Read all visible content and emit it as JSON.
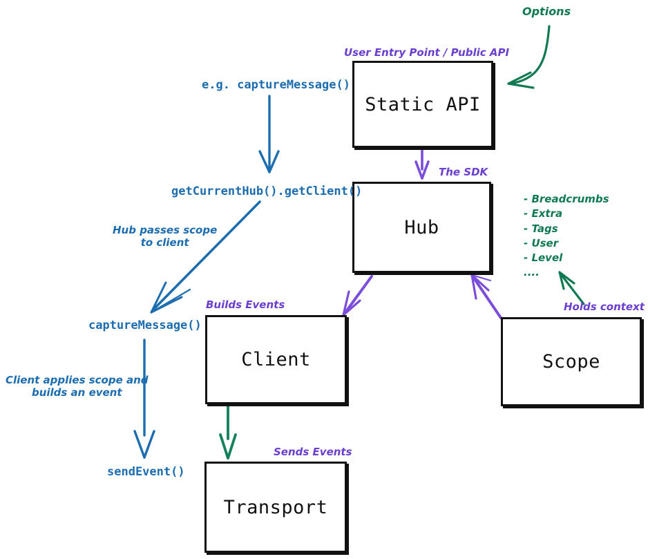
{
  "diagram": {
    "title": "Sentry SDK architecture flow",
    "colors": {
      "box_border": "#111111",
      "purple": "#6a3fd0",
      "blue": "#1c6cb0",
      "green": "#0f7a52",
      "background": "#ffffff"
    }
  },
  "nodes": [
    {
      "id": "static-api",
      "label": "Static API"
    },
    {
      "id": "hub",
      "label": "Hub"
    },
    {
      "id": "client",
      "label": "Client"
    },
    {
      "id": "scope",
      "label": "Scope"
    },
    {
      "id": "transport",
      "label": "Transport"
    }
  ],
  "annotations": {
    "static_api_caption": "User Entry Point / Public API",
    "options_label": "Options",
    "capture_message_example": "e.g. captureMessage()",
    "get_current_hub": "getCurrentHub().getClient()",
    "hub_passes_scope_line1": "Hub passes scope",
    "hub_passes_scope_line2": "to client",
    "the_sdk_label": "The SDK",
    "builds_events_label": "Builds Events",
    "capture_message_call": "captureMessage()",
    "client_applies_line1": "Client applies scope and",
    "client_applies_line2": "builds an event",
    "send_event_call": "sendEvent()",
    "sends_events_label": "Sends Events",
    "holds_context_label": "Holds context"
  },
  "context_items": [
    "- Breadcrumbs",
    "- Extra",
    "- Tags",
    "- User",
    "- Level",
    "...."
  ]
}
